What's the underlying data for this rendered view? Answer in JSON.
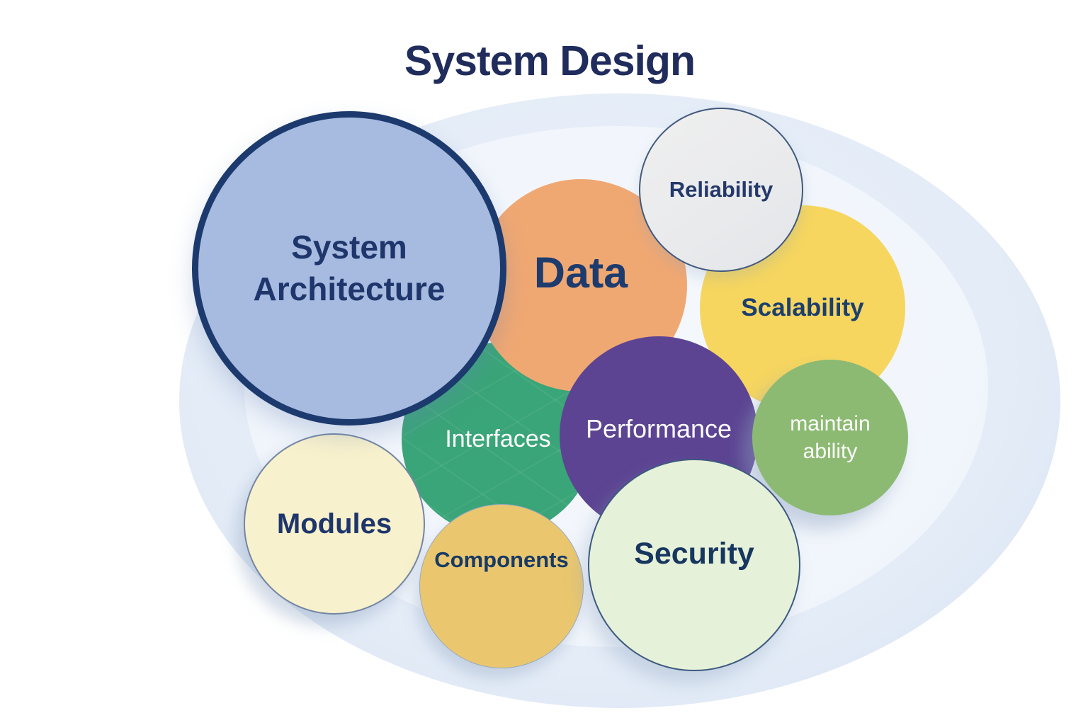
{
  "title": "System Design",
  "title_color": "#1f2c5c",
  "background": {
    "outer_fill": "#e4ecf7",
    "inner_fill": "#f2f6fc",
    "canvas_fill": "#ffffff"
  },
  "bubbles": [
    {
      "id": "interfaces",
      "label": "Interfaces",
      "fill": "#3aa578",
      "text_color": "#ffffff"
    },
    {
      "id": "data",
      "label": "Data",
      "fill": "#f0a873",
      "text_color": "#1d3b6d"
    },
    {
      "id": "scalability",
      "label": "Scalability",
      "fill": "#f6d65f",
      "text_color": "#1c3f6e"
    },
    {
      "id": "reliability",
      "label": "Reliability",
      "fill": "#ececec",
      "text_color": "#24386b",
      "border_color": "#42597d"
    },
    {
      "id": "performance",
      "label": "Performance",
      "fill": "#5c4492",
      "text_color": "#ffffff"
    },
    {
      "id": "maintainability",
      "label": "maintain ability",
      "fill": "#8dba73",
      "text_color": "#ffffff"
    },
    {
      "id": "modules",
      "label": "Modules",
      "fill": "#f8f1cd",
      "text_color": "#1e366b",
      "border_color": "#7486a3"
    },
    {
      "id": "components",
      "label": "Components",
      "fill": "#eac76e",
      "text_color": "#173a66",
      "border_color": "#9aa9c0"
    },
    {
      "id": "security",
      "label": "Security",
      "fill": "#e6f1d9",
      "text_color": "#17375f",
      "border_color": "#3d5a80"
    },
    {
      "id": "system_architecture",
      "label": "System Architecture",
      "fill": "#a7bbe0",
      "text_color": "#1e366b",
      "border_color": "#1c3a6e"
    }
  ]
}
